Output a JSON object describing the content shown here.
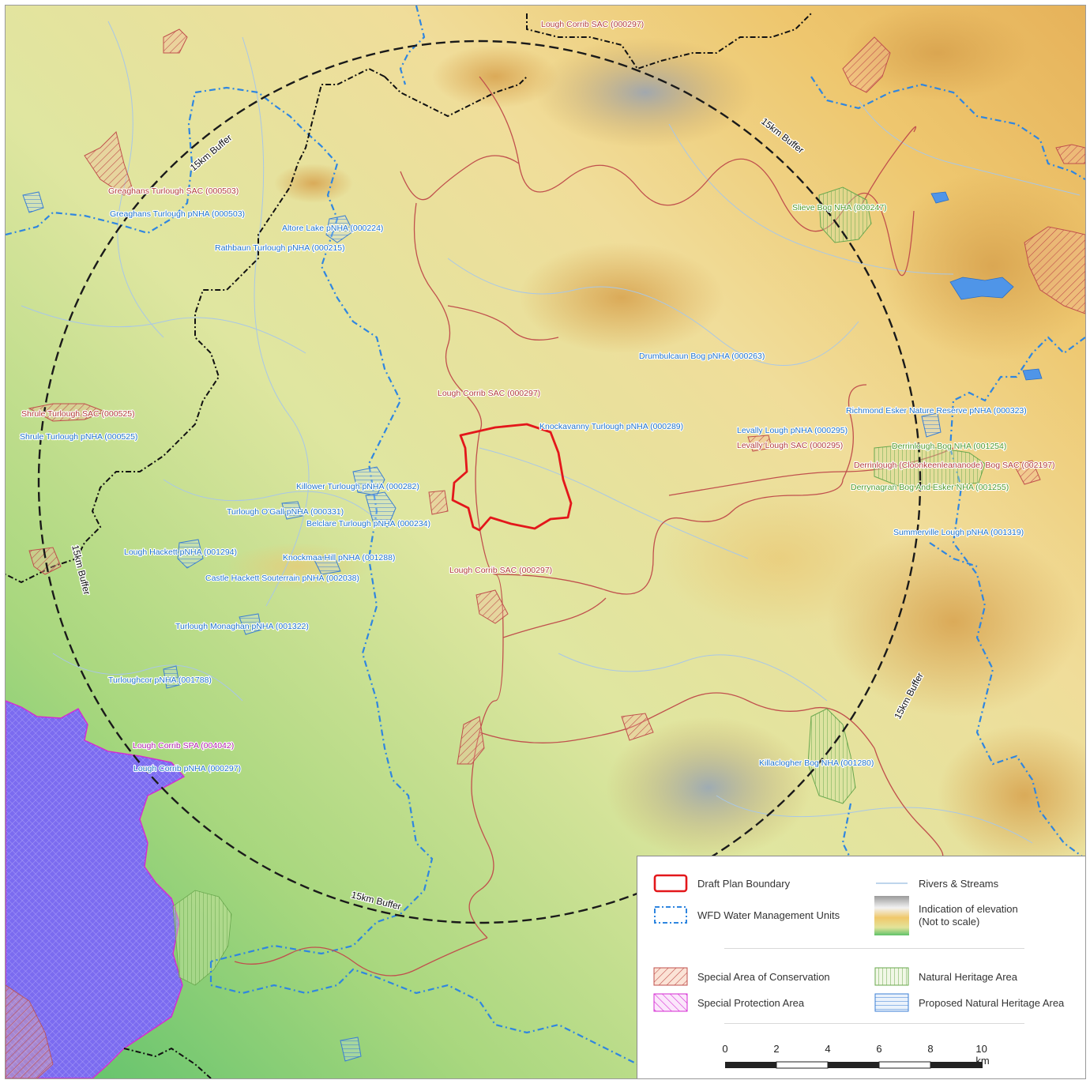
{
  "map": {
    "buffer_label": "15km Buffer",
    "labels": {
      "lough_corrib_sac_top": "Lough Corrib SAC (000297)",
      "greaghans_sac": "Greaghans Turlough SAC (000503)",
      "greaghans_pnha": "Greaghans Turlough pNHA (000503)",
      "altore_lake": "Altore Lake pNHA (000224)",
      "rathbaun": "Rathbaun Turlough pNHA (000215)",
      "slieve_bog": "Slieve Bog NHA (000247)",
      "drumbulcaun": "Drumbulcaun Bog pNHA (000263)",
      "lough_corrib_sac_mid": "Lough Corrib SAC (000297)",
      "knockavanny": "Knockavanny Turlough pNHA (000289)",
      "richmond": "Richmond Esker Nature Reserve pNHA (000323)",
      "levally_pnha": "Levally Lough pNHA (000295)",
      "levally_sac": "Levally Lough SAC (000295)",
      "derrinlough_nha": "Derrinlough Bog NHA (001254)",
      "derrinlough_sac": "Derrinlough (Cloonkeenleananode) Bog SAC (002197)",
      "derrynagran": "Derrynagran Bog And Esker NHA (001255)",
      "shrule_sac": "Shrule Turlough SAC (000525)",
      "shrule_pnha": "Shrule Turlough pNHA (000525)",
      "killower": "Killower Turlough pNHA (000282)",
      "turlough_ogall": "Turlough O'Gall pNHA (000331)",
      "belclare": "Belclare Turlough pNHA (000234)",
      "summerville": "Summerville Lough pNHA (001319)",
      "lough_hackett": "Lough Hackett pNHA (001294)",
      "knockmaa": "Knockmaa Hill pNHA (001288)",
      "lough_corrib_sac_low": "Lough Corrib SAC (000297)",
      "castle_hackett": "Castle Hackett Souterrain pNHA (002038)",
      "turlough_monaghan": "Turlough Monaghan pNHA (001322)",
      "turloughcor": "Turloughcor pNHA (001788)",
      "lough_corrib_spa": "Lough Corrib SPA (004042)",
      "lough_corrib_pnha": "Lough Corrib pNHA (000297)",
      "killaclogher": "Killaclogher Bog NHA (001280)"
    }
  },
  "legend": {
    "items": [
      {
        "label": "Draft Plan Boundary",
        "icon": "red-outline-box"
      },
      {
        "label": "WFD Water Management Units",
        "icon": "blue-dashdot-box"
      },
      {
        "label": "Rivers & Streams",
        "icon": "thin-blue-line"
      },
      {
        "label": "Indication of elevation",
        "sublabel": "(Not to scale)",
        "icon": "elevation-ramp"
      },
      {
        "label": "Special Area of Conservation",
        "icon": "red-hatch"
      },
      {
        "label": "Natural Heritage Area",
        "icon": "green-vertical-hatch"
      },
      {
        "label": "Special Protection Area",
        "icon": "magenta-hatch"
      },
      {
        "label": "Proposed Natural Heritage Area",
        "icon": "blue-horizontal-hatch"
      }
    ],
    "scale_ticks": [
      "0",
      "2",
      "4",
      "6",
      "8",
      "10 km"
    ]
  },
  "colors": {
    "plan_boundary": "#e3171b",
    "sac": "#c0504d",
    "spa": "#d62ad3",
    "nha": "#6aa84f",
    "pnha": "#3b7fd4",
    "wfd": "#2f86e0",
    "river": "#a9c7e6",
    "county": "#111111"
  }
}
